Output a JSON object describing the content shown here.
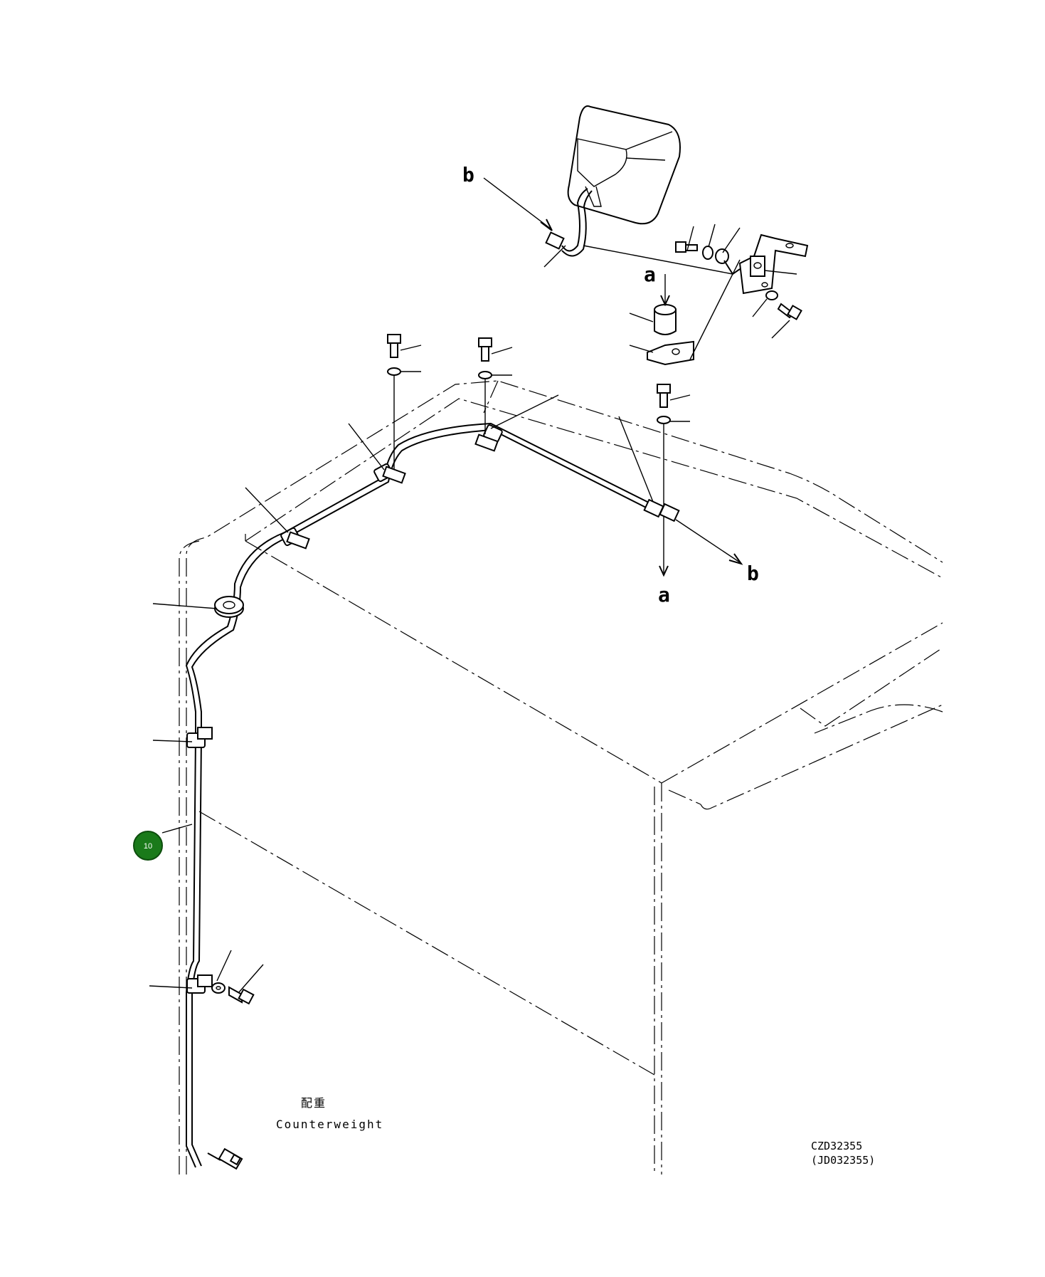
{
  "labels": {
    "a_top": "a",
    "a_bottom": "a",
    "b_top": "b",
    "b_right": "b"
  },
  "caption": {
    "japanese": "配重",
    "english": "Counterweight"
  },
  "drawing_code": {
    "primary": "CZD32355",
    "secondary": "(JD032355)"
  },
  "callout_badge": {
    "number": "10",
    "color": "#1a7a1a"
  }
}
